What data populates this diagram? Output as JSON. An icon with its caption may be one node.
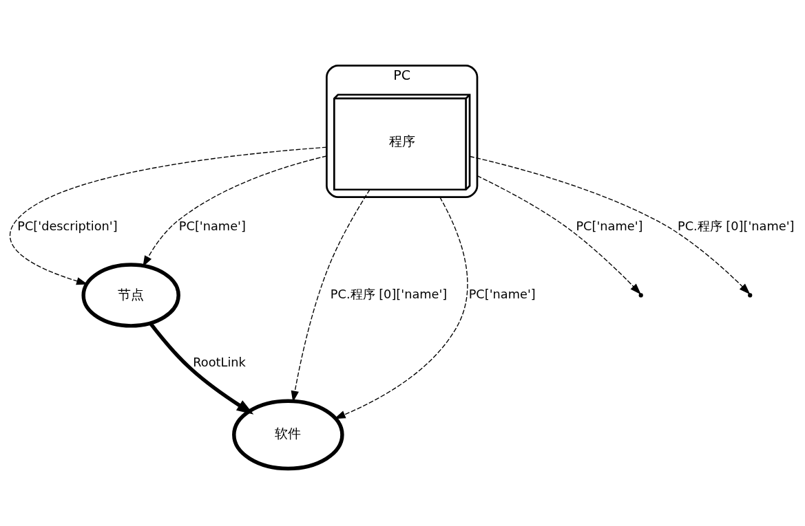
{
  "diagram": {
    "nodes": [
      {
        "text": [
          "节点"
        ]
      },
      {
        "text": [
          "软件"
        ]
      },
      {
        "text": [
          "PC"
        ]
      },
      {
        "text": [
          "程序"
        ],
        "in": 2
      }
    ],
    "edges": [
      {
        "from": 2,
        "to": 0,
        "arrow": "to",
        "label": "PC['description']",
        "style": "dashed"
      },
      {
        "from": 2,
        "to": 0,
        "arrow": "to",
        "label": "PC['name']",
        "style": "dashed"
      },
      {
        "from": 2,
        "to": null,
        "arrow": "to",
        "label": "PC['name']",
        "style": "dashed"
      },
      {
        "from": 3,
        "to": null,
        "arrow": "to",
        "label": "PC.程序 [0]['name']",
        "style": "dashed"
      },
      {
        "from": 0,
        "to": 1,
        "arrow": "to",
        "label": "RootLink",
        "style": "thick"
      },
      {
        "from": 3,
        "to": 1,
        "arrow": "to",
        "label": "PC.程序 [0]['name']",
        "style": "dashed"
      },
      {
        "from": 2,
        "to": 1,
        "arrow": "to",
        "label": "PC['name']",
        "style": "dashed"
      }
    ]
  }
}
